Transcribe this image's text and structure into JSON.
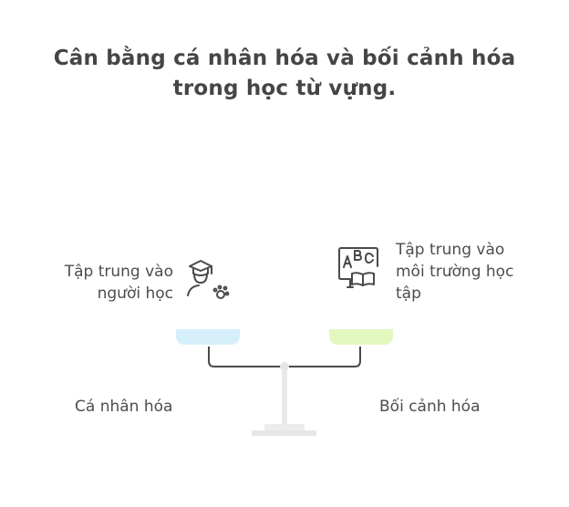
{
  "title": {
    "line1": "Cân bằng cá nhân hóa và bối cảnh hóa",
    "line2": "trong học từ vựng."
  },
  "left": {
    "description_lines": [
      "Tập trung vào",
      "người học"
    ],
    "name": "Cá nhân hóa",
    "icon": "learner-graduate-icon",
    "pan_color": "#d6f0fb"
  },
  "right": {
    "description_lines": [
      "Tập trung vào",
      "môi trường học",
      "tập"
    ],
    "name": "Bối cảnh hóa",
    "icon": "abc-book-icon",
    "pan_color": "#e2f8bf"
  },
  "scale_color": "#e6e6e6",
  "beam_color": "#4a4a4a"
}
